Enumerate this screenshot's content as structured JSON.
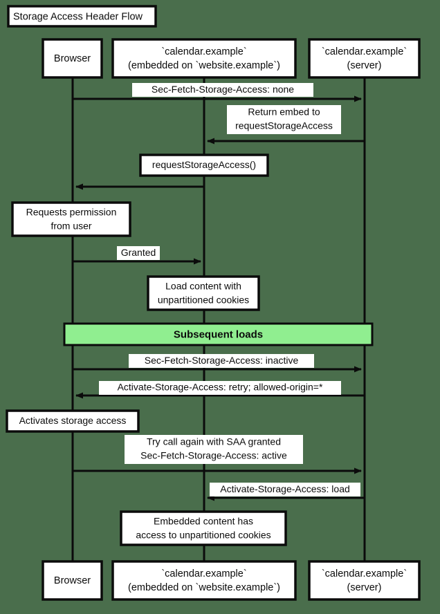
{
  "diagram": {
    "type": "sequence-diagram",
    "title": "Storage Access Header Flow",
    "background_color": "#4a6e4c",
    "accent_color": "#90ee90",
    "line_color": "#0b0b0b",
    "box_fill": "#ffffff"
  },
  "participants": [
    {
      "id": "browser",
      "lines": [
        "Browser"
      ],
      "line1": "Browser",
      "line2": ""
    },
    {
      "id": "embed",
      "lines": [
        "`calendar.example`",
        "(embedded on `website.example`)"
      ],
      "line1": "`calendar.example`",
      "line2": "(embedded on `website.example`)"
    },
    {
      "id": "server",
      "lines": [
        "`calendar.example`",
        "(server)"
      ],
      "line1": "`calendar.example`",
      "line2": "(server)"
    }
  ],
  "messages": [
    {
      "index": 1,
      "from": "browser",
      "to": "server",
      "direction": "right",
      "label": "Sec-Fetch-Storage-Access: none"
    },
    {
      "index": 2,
      "from": "server",
      "to": "embed",
      "direction": "left",
      "line1": "Return embed to",
      "line2": "requestStorageAccess"
    },
    {
      "index": 3,
      "from": "embed",
      "to": "browser",
      "direction": "left",
      "label": "requestStorageAccess()"
    },
    {
      "index": 4,
      "from": "browser",
      "to": "embed",
      "direction": "right",
      "label": "Granted"
    },
    {
      "index": 5,
      "from": "browser",
      "to": "server",
      "direction": "right",
      "label": "Sec-Fetch-Storage-Access: inactive"
    },
    {
      "index": 6,
      "from": "server",
      "to": "browser",
      "direction": "left",
      "label": "Activate-Storage-Access: retry; allowed-origin=*"
    },
    {
      "index": 7,
      "from": "browser",
      "to": "server",
      "direction": "right",
      "line1": "Try call again with SAA granted",
      "line2": "Sec-Fetch-Storage-Access: active"
    },
    {
      "index": 8,
      "from": "server",
      "to": "embed",
      "direction": "left",
      "label": "Activate-Storage-Access: load"
    }
  ],
  "notes": [
    {
      "id": "note-requests-permission",
      "over": "browser",
      "line1": "Requests permission",
      "line2": "from user"
    },
    {
      "id": "note-load-content",
      "over": "embed",
      "line1": "Load content with",
      "line2": "unpartitioned cookies"
    },
    {
      "id": "note-activates-storage-access",
      "over": "browser",
      "line1": "Activates storage access",
      "line2": ""
    },
    {
      "id": "note-embedded-access",
      "over": "embed",
      "line1": "Embedded content has",
      "line2": "access to unpartitioned cookies"
    }
  ],
  "dividers": [
    {
      "id": "divider-subsequent-loads",
      "label": "Subsequent loads",
      "color": "#90ee90"
    }
  ]
}
